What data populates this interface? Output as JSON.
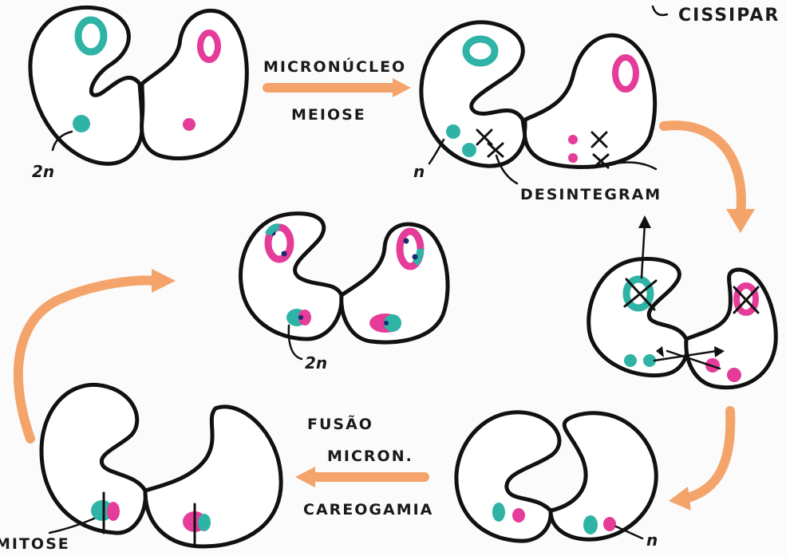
{
  "colors": {
    "teal": "#2fb3a6",
    "magenta": "#e43c98",
    "orange": "#f4a46a",
    "ink": "#111111"
  },
  "labels": {
    "cissipar": "CISSIPAR",
    "micronucleo": "MICRONÚCLEO",
    "meiose": "MEIOSE",
    "desintegram": "DESINTEGRAM",
    "fusao": "FUSÃO",
    "micron": "MICRON.",
    "careogamia": "CAREOGAMIA",
    "mitose": "MITOSE",
    "ploidy_2n": "2n",
    "ploidy_n": "n"
  }
}
